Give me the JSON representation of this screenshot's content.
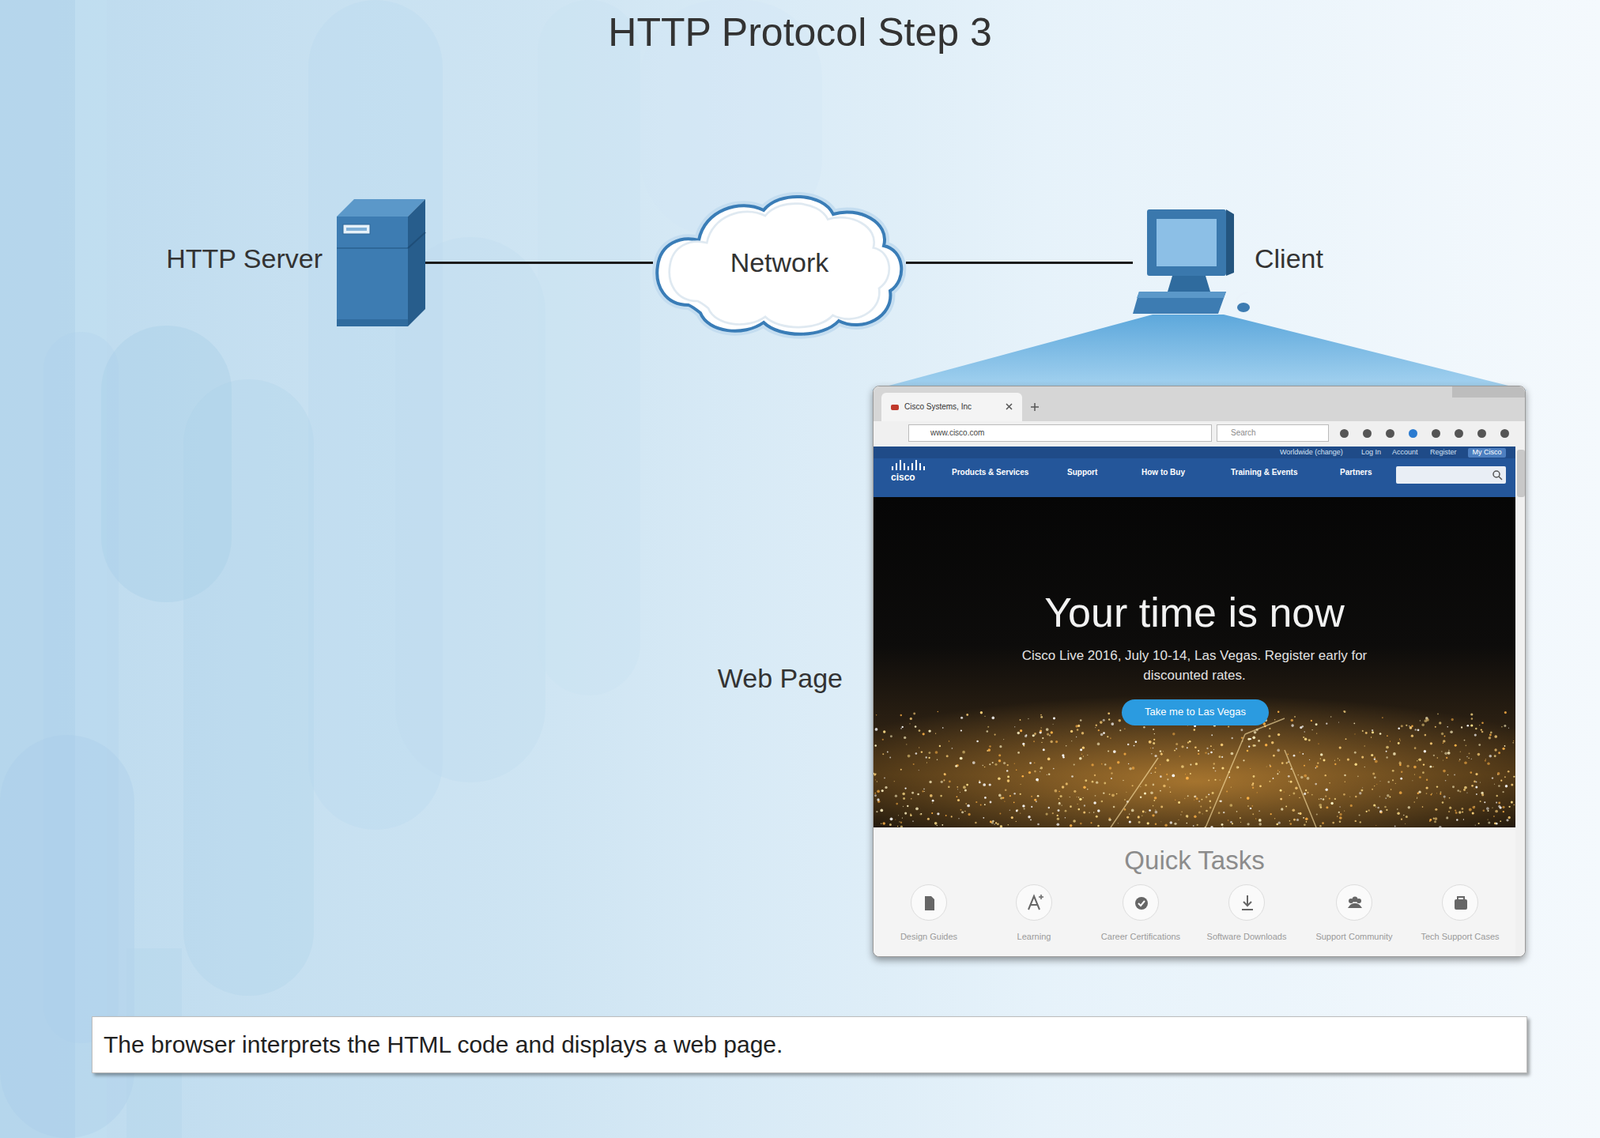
{
  "diagram": {
    "title": "HTTP Protocol Step 3",
    "caption": "The browser interprets the HTML code and displays a web page.",
    "nodes": [
      {
        "text": [
          "HTTP Server"
        ]
      },
      {
        "text": [
          "Network"
        ]
      },
      {
        "text": [
          "Client"
        ]
      },
      {
        "text": [
          "Web Page"
        ]
      }
    ],
    "edges": [
      {
        "from": 0,
        "to": 1,
        "arrow": "none"
      },
      {
        "from": 1,
        "to": 2,
        "arrow": "none"
      }
    ],
    "labels": [
      "Cisco Systems, Inc",
      "www.cisco.com",
      "Search",
      "Worldwide (change)",
      "Log In",
      "Account",
      "Register",
      "My Cisco",
      "cisco",
      "Products & Services",
      "Support",
      "How to Buy",
      "Training & Events",
      "Partners",
      "Your time is now",
      "Cisco Live 2016, July 10-14, Las Vegas. Register early for discounted rates.",
      "Take me to Las Vegas",
      "Quick Tasks",
      "Design Guides",
      "Learning",
      "Career Certifications",
      "Software Downloads",
      "Support Community",
      "Tech Support Cases"
    ]
  }
}
